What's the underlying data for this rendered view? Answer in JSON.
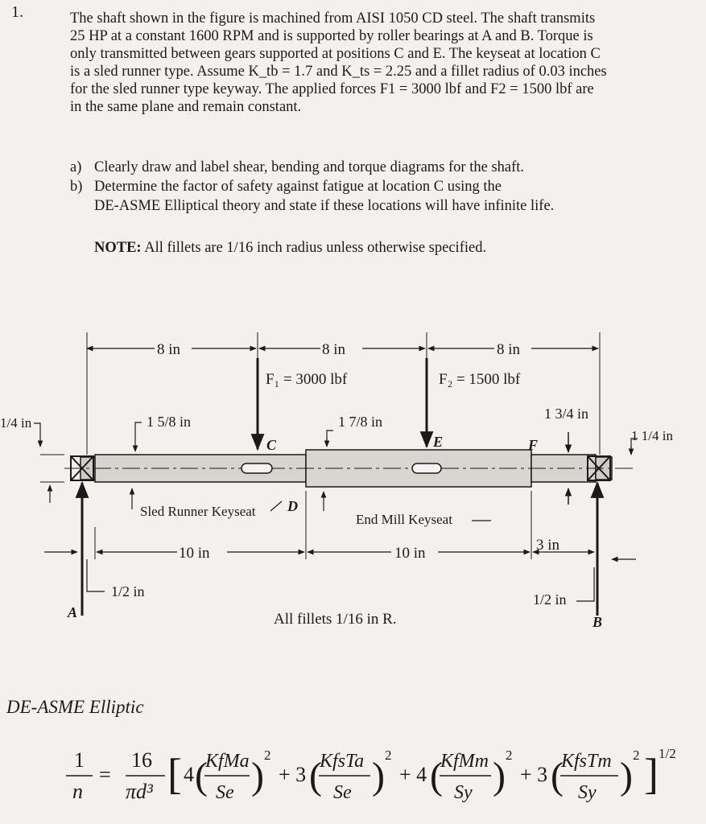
{
  "problem": {
    "number": "1.",
    "statement_lines": [
      "The shaft shown in the figure is machined from AISI 1050 CD steel. The shaft transmits",
      "25 HP at a constant 1600 RPM and is supported by roller bearings at A and B. Torque is",
      "only transmitted between gears supported at positions C and E. The keyseat at location C",
      "is a sled runner type. Assume K_tb = 1.7 and K_ts = 2.25 and a fillet radius of 0.03 inches",
      "for the sled runner type keyway. The applied forces F1 = 3000 lbf and F2 = 1500 lbf are",
      "in the same plane and remain constant."
    ],
    "parts": [
      {
        "label": "a)",
        "text": "Clearly draw and label shear, bending and torque diagrams for the shaft."
      },
      {
        "label": "b)",
        "text": "Determine the factor of safety against fatigue at location C using the"
      },
      {
        "label": "",
        "text": "DE-ASME Elliptical theory and state if these locations will have infinite life."
      }
    ],
    "note_label": "NOTE:",
    "note_text": "All fillets are 1/16 inch radius unless otherwise specified."
  },
  "figure": {
    "dims_top": [
      "8 in",
      "8 in",
      "8 in"
    ],
    "force1": "F₁ = 3000 lbf",
    "force2": "F₂ = 1500 lbf",
    "labels": {
      "A": "A",
      "B": "B",
      "C": "C",
      "D": "D",
      "E": "E",
      "F": "F"
    },
    "step_dims": [
      "1 5/8 in",
      "1 7/8 in",
      "1 3/4 in",
      "1 1/4 in",
      "1/4 in"
    ],
    "keyseat_sled": "Sled Runner Keyseat",
    "keyseat_end": "End Mill Keyseat",
    "dims_bottom": [
      "10 in",
      "10 in",
      "3 in"
    ],
    "half_in": "1/2 in",
    "fillet_note": "All fillets 1/16 in R."
  },
  "formula": {
    "title": "DE-ASME Elliptic",
    "lhs": "1/n",
    "rhs": "16/(πd³)[4(KfMa/Se)² + 3(KfsTa/Se)² + 4(KfMm/Sy)² + 3(KfsTm/Sy)²]^1/2"
  },
  "colors": {
    "ink": "#1a1a1a",
    "paper": "#f2f1ee",
    "shaft": "#d4d2cd"
  }
}
